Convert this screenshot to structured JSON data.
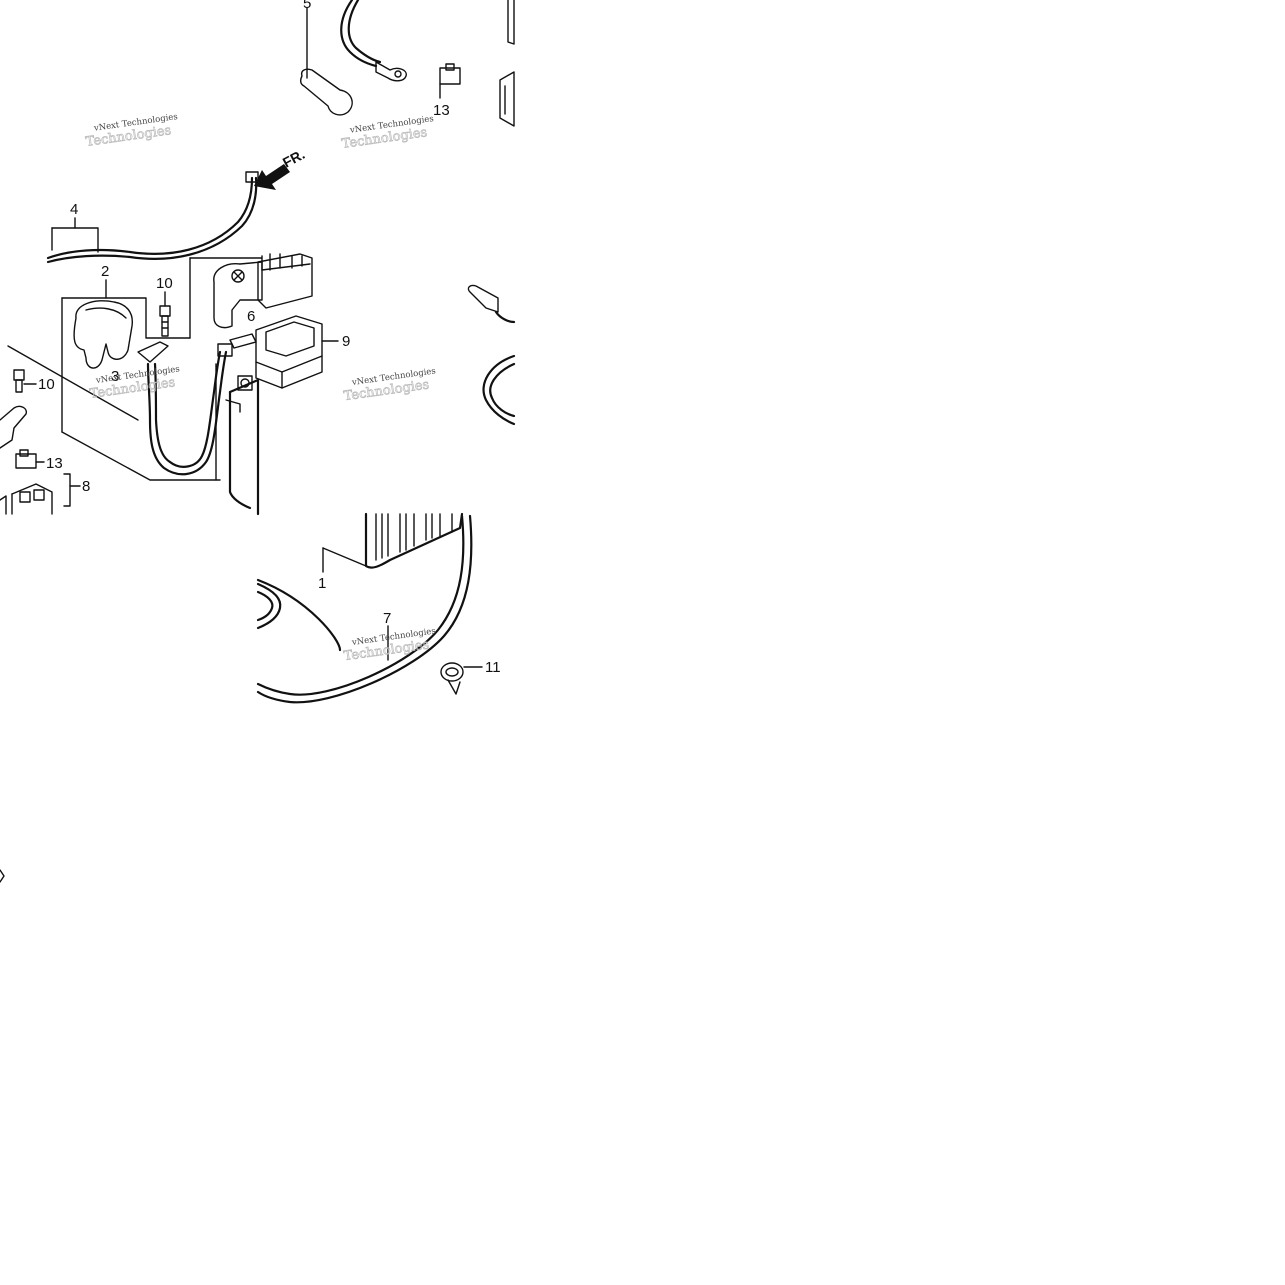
{
  "diagram": {
    "callouts": {
      "c1": "1",
      "c2": "2",
      "c3": "3",
      "c4": "4",
      "c5": "5",
      "c6": "6",
      "c7": "7",
      "c8": "8",
      "c9": "9",
      "c10a": "10",
      "c10b": "10",
      "c11": "11",
      "c13a": "13",
      "c13b": "13"
    },
    "direction_label": "FR.",
    "watermark": {
      "line1": "vNext Technologies",
      "line2": "Technologies"
    }
  },
  "colors": {
    "ink": "#111111",
    "background": "#ffffff"
  }
}
